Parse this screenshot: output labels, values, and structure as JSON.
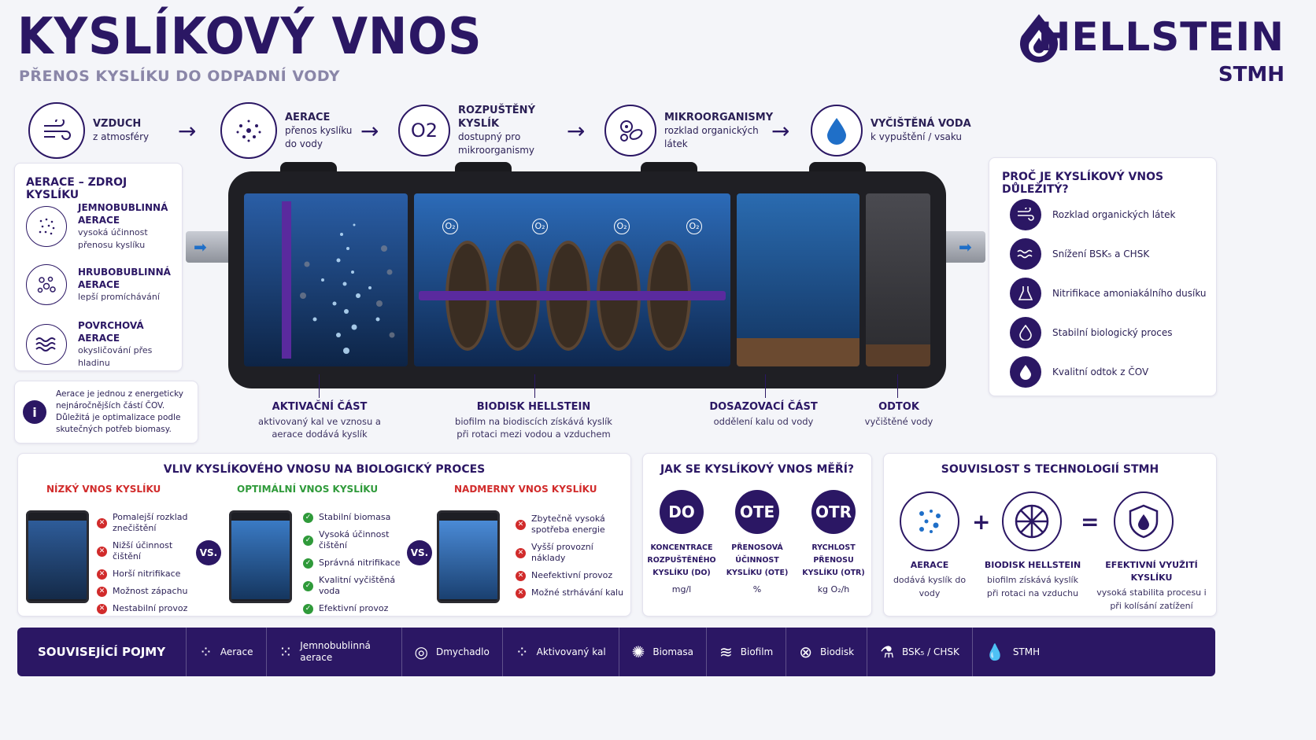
{
  "header": {
    "title": "KYSLÍKOVÝ VNOS",
    "subtitle": "PŘENOS KYSLÍKU DO ODPADNÍ VODY",
    "logo_name": "HELLSTEIN",
    "logo_sub": "STMH"
  },
  "flow": [
    {
      "title": "VZDUCH",
      "text": "z atmosféry",
      "icon": "wind-icon"
    },
    {
      "title": "AERACE",
      "text": "přenos kyslíku do vody",
      "icon": "bubbles-icon"
    },
    {
      "title": "ROZPUŠTĚNÝ KYSLÍK",
      "text": "dostupný pro mikroorganismy",
      "icon": "o2-icon"
    },
    {
      "title": "MIKROORGANISMY",
      "text": "rozklad organických látek",
      "icon": "microbe-icon"
    },
    {
      "title": "VYČIŠTĚNÁ VODA",
      "text": "k vypuštění / vsaku",
      "icon": "water-drop-icon"
    }
  ],
  "o2_label": "O2",
  "aeration_card": {
    "title": "AERACE – ZDROJ KYSLÍKU",
    "items": [
      {
        "title": "JEMNOBUBLINNÁ AERACE",
        "text": "vysoká účinnost přenosu kyslíku"
      },
      {
        "title": "HRUBOBUBLINNÁ AERACE",
        "text": "lepší promíchávání"
      },
      {
        "title": "POVRCHOVÁ AERACE",
        "text": "okysličování přes hladinu"
      }
    ]
  },
  "info_note": "Aerace je jednou z energeticky nejnáročnějších částí ČOV. Důležitá je optimalizace podle skutečných potřeb biomasy.",
  "tank_captions": [
    {
      "title": "AKTIVAČNÍ ČÁST",
      "text": "aktivovaný kal ve vznosu a aerace dodává kyslík"
    },
    {
      "title": "BIODISK HELLSTEIN",
      "text": "biofilm na biodiscích získává kyslík při rotaci mezi vodou a vzduchem"
    },
    {
      "title": "DOSAZOVACÍ ČÁST",
      "text": "oddělení kalu od vody"
    },
    {
      "title": "ODTOK",
      "text": "vyčištěné vody"
    }
  ],
  "importance_card": {
    "title": "PROČ JE KYSLÍKOVÝ VNOS DŮLEŽITÝ?",
    "items": [
      "Rozklad organických látek",
      "Snížení BSK₅ a CHSK",
      "Nitrifikace amoniakálního dusíku",
      "Stabilní biologický proces",
      "Kvalitní odtok z ČOV"
    ]
  },
  "influence_card": {
    "title": "VLIV KYSLÍKOVÉHO VNOSU NA BIOLOGICKÝ PROCES",
    "vs": "VS.",
    "columns": [
      {
        "title": "NÍZKÝ VNOS KYSLÍKU",
        "color": "#d12b2b",
        "type": "bad",
        "items": [
          "Pomalejší rozklad znečištění",
          "Nižší účinnost čištění",
          "Horší nitrifikace",
          "Možnost zápachu",
          "Nestabilní provoz"
        ]
      },
      {
        "title": "OPTIMÁLNÍ VNOS KYSLÍKU",
        "color": "#2f9a3a",
        "type": "good",
        "items": [
          "Stabilní biomasa",
          "Vysoká účinnost čištění",
          "Správná nitrifikace",
          "Kvalitní vyčištěná voda",
          "Efektivní provoz"
        ]
      },
      {
        "title": "NADMERNY VNOS KYSLÍKU",
        "color": "#d12b2b",
        "type": "bad",
        "items": [
          "Zbytečně vysoká spotřeba energie",
          "Vyšší provozní náklady",
          "Neefektivní provoz",
          "Možné strhávání kalu"
        ]
      }
    ]
  },
  "measure_card": {
    "title": "JAK SE KYSLÍKOVÝ VNOS MĚŘÍ?",
    "items": [
      {
        "abbr": "DO",
        "label": "KONCENTRACE ROZPUŠTĚNÉHO KYSLÍKU (DO)",
        "unit": "mg/l"
      },
      {
        "abbr": "OTE",
        "label": "PŘENOSOVÁ ÚČINNOST KYSLÍKU (OTE)",
        "unit": "%"
      },
      {
        "abbr": "OTR",
        "label": "RYCHLOST PŘENOSU KYSLÍKU (OTR)",
        "unit": "kg O₂/h"
      }
    ]
  },
  "stmh_card": {
    "title": "SOUVISLOST S TECHNOLOGIÍ STMH",
    "plus": "+",
    "equals": "=",
    "items": [
      {
        "title": "AERACE",
        "text": "dodává kyslík do vody"
      },
      {
        "title": "BIODISK HELLSTEIN",
        "text": "biofilm získává kyslík při rotaci na vzduchu"
      },
      {
        "title": "EFEKTIVNÍ VYUŽITÍ KYSLÍKU",
        "text": "vysoká stabilita procesu i při kolísání zatížení"
      }
    ]
  },
  "footer": {
    "label": "SOUVISEJÍCÍ POJMY",
    "items": [
      "Aerace",
      "Jemnobublinná aerace",
      "Dmychadlo",
      "Aktivovaný kal",
      "Biomasa",
      "Biofilm",
      "Biodisk",
      "BSK₅ / CHSK",
      "STMH"
    ]
  },
  "colors": {
    "primary": "#2b1764",
    "water": "#1f5fa8",
    "bad": "#d12b2b",
    "good": "#2f9a3a"
  }
}
